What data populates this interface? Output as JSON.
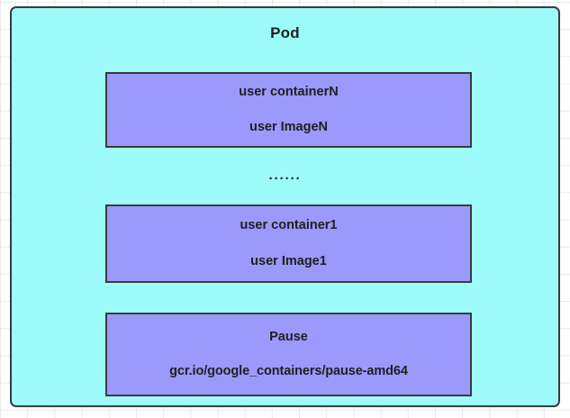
{
  "diagram": {
    "pod": {
      "title": "Pod",
      "background_color": "#9dfbf9",
      "border_color": "#3b3b3b"
    },
    "containers": [
      {
        "name": "user containerN",
        "image": "user ImageN",
        "background_color": "#9b99fb"
      },
      {
        "name": "user container1",
        "image": "user Image1",
        "background_color": "#9b99fb"
      },
      {
        "name": "Pause",
        "image": "gcr.io/google_containers/pause-amd64",
        "background_color": "#9b99fb"
      }
    ],
    "ellipsis": "······"
  }
}
